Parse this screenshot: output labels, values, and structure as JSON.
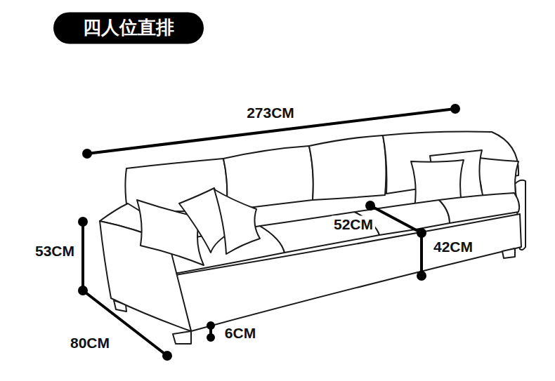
{
  "diagram": {
    "title": "四人位直排",
    "labels": [
      "273CM",
      "52CM",
      "42CM",
      "53CM",
      "80CM",
      "6CM"
    ]
  }
}
